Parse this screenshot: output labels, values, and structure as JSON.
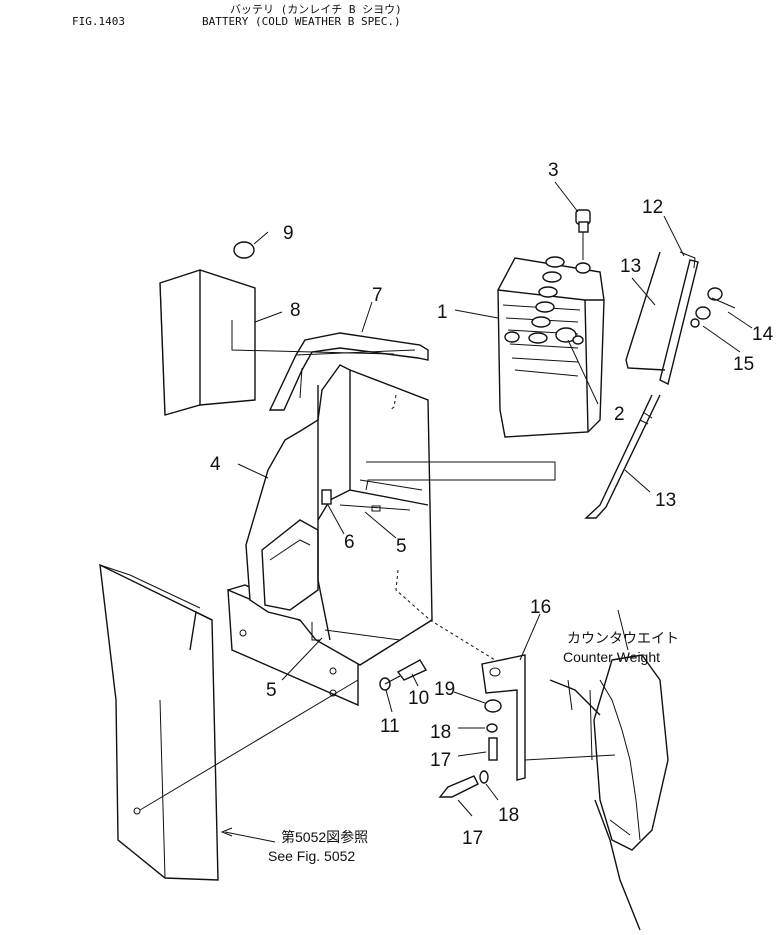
{
  "header": {
    "fig_label": "FIG.1403",
    "title_jp": "バッテリ (カンレイチ B シヨウ)",
    "title_en": "BATTERY (COLD WEATHER B SPEC.)"
  },
  "callouts": {
    "c1": "1",
    "c2": "2",
    "c3": "3",
    "c4": "4",
    "c5a": "5",
    "c5b": "5",
    "c6": "6",
    "c7": "7",
    "c8": "8",
    "c9": "9",
    "c10": "10",
    "c11": "11",
    "c12": "12",
    "c13a": "13",
    "c13b": "13",
    "c14": "14",
    "c15": "15",
    "c16": "16",
    "c17a": "17",
    "c17b": "17",
    "c18a": "18",
    "c18b": "18",
    "c19": "19"
  },
  "notes": {
    "counterweight_jp": "カウンタウエイト",
    "counterweight_en": "Counter Weight",
    "see_fig_jp": "第5052図参照",
    "see_fig_en": "See Fig. 5052"
  }
}
